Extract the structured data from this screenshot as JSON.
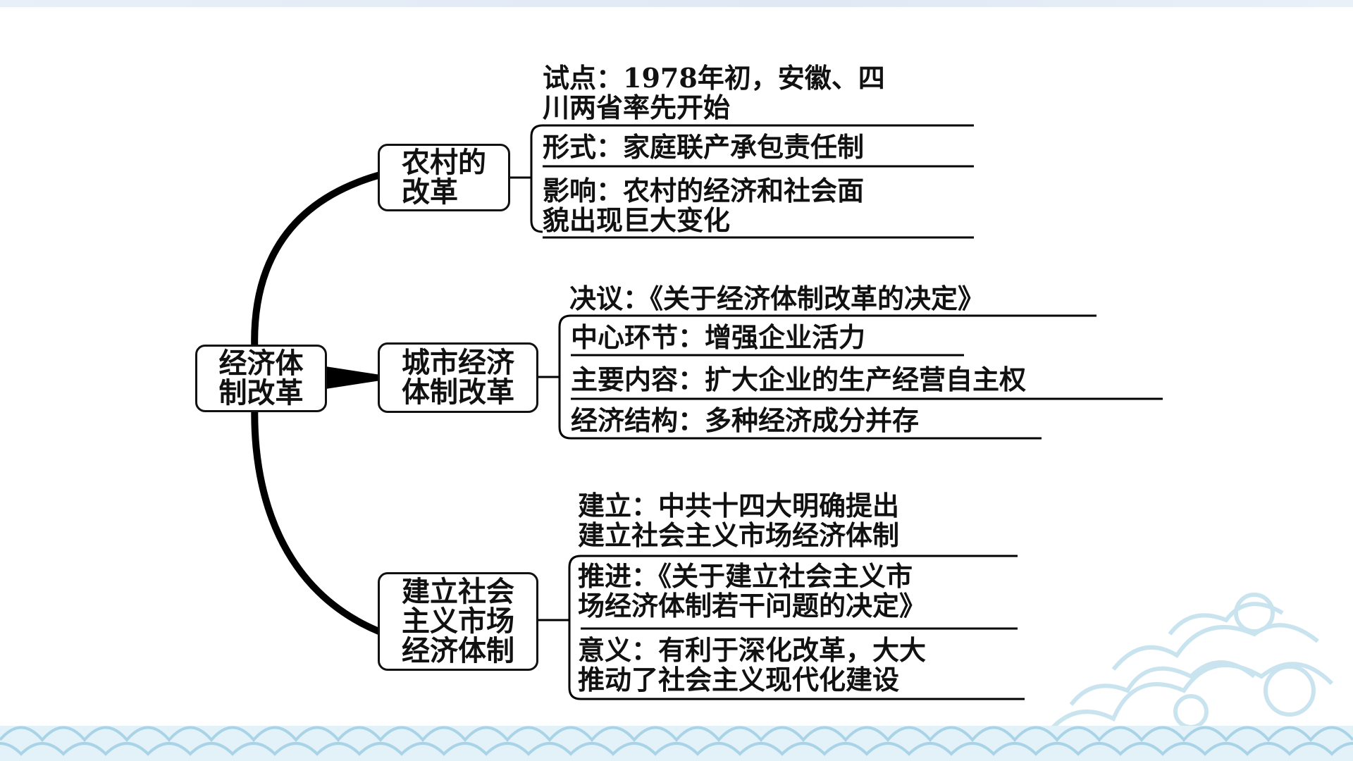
{
  "root": {
    "line1": "经济体",
    "line2": "制改革"
  },
  "branches": [
    {
      "title": {
        "line1": "农村的",
        "line2": "改革"
      },
      "items": [
        {
          "line1": "试点：1978年初，安徽、四",
          "line2": "川两省率先开始"
        },
        {
          "line1": "形式：家庭联产承包责任制"
        },
        {
          "line1": "影响：农村的经济和社会面",
          "line2": "貌出现巨大变化"
        }
      ]
    },
    {
      "title": {
        "line1": "城市经济",
        "line2": "体制改革"
      },
      "items": [
        {
          "line1": "决议：《关于经济体制改革的决定》"
        },
        {
          "line1": "中心环节：增强企业活力"
        },
        {
          "line1": "主要内容：扩大企业的生产经营自主权"
        },
        {
          "line1": "经济结构：多种经济成分并存"
        }
      ]
    },
    {
      "title": {
        "line1": "建立社会",
        "line2": "主义市场",
        "line3": "经济体制"
      },
      "items": [
        {
          "line1": "建立：中共十四大明确提出",
          "line2": "建立社会主义市场经济体制"
        },
        {
          "line1": "推进：《关于建立社会主义市",
          "line2": "场经济体制若干问题的决定》"
        },
        {
          "line1": "意义：有利于深化改革，大大",
          "line2": "推动了社会主义现代化建设"
        }
      ]
    }
  ]
}
